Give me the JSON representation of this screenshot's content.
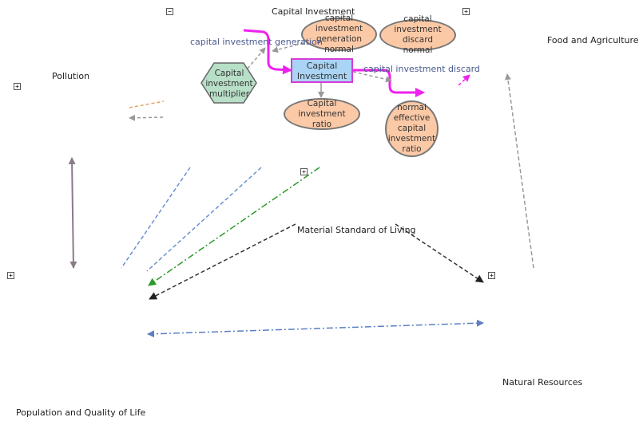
{
  "sectors": {
    "capital_investment": "Capital Investment",
    "food_agriculture": "Food and Agriculture",
    "pollution": "Pollution",
    "material_standard": "Material Standard of Living",
    "natural_resources": "Natural Resources",
    "population": "Population and Quality of Life"
  },
  "nodes": {
    "stock": "Capital Investment",
    "generation_flow": "capital investment generation",
    "discard_flow": "capital investment discard",
    "generation_normal": "capital investment generation normal",
    "discard_normal": "capital investment discard normal",
    "multiplier": "Capital investment multiplier",
    "ratio": "Capital investment ratio",
    "normal_effective": "normal effective capital investment ratio"
  },
  "toggles": {
    "collapse": "−",
    "expand": "+"
  },
  "colors": {
    "flow": "#ee22ee",
    "stock_fill": "#aad4f5",
    "aux_fill": "#fcc9a6",
    "hex_fill": "#b8dfc7"
  }
}
